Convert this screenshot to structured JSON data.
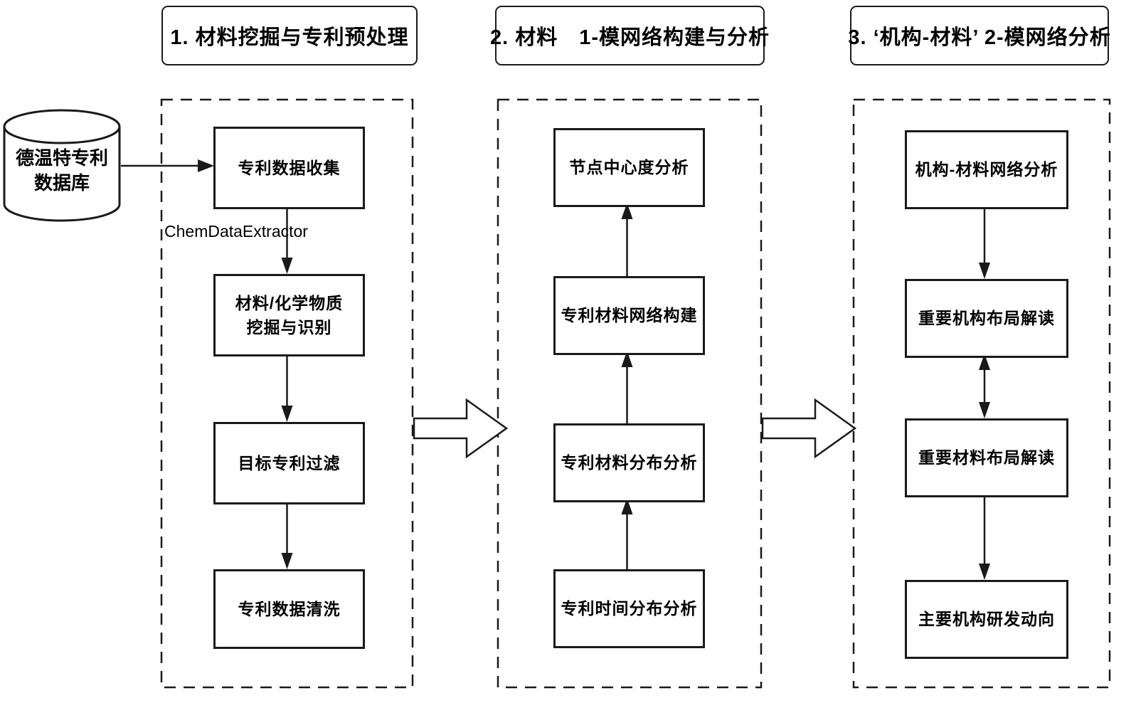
{
  "canvas": {
    "background": "#ffffff",
    "line_color": "#1a1a1a"
  },
  "header": {
    "section1_title": "1. 材料挖掘与专利预处理",
    "section2_title": "2. 材料　1-模网络构建与分析",
    "section3_title": "3. ‘机构-材料’ 2-模网络分析"
  },
  "database": {
    "label_line1": "德温特专利",
    "label_line2": "数据库"
  },
  "labels": {
    "extractor_tool": "ChemDataExtractor"
  },
  "section1": {
    "step1": "专利数据收集",
    "step2_line1": "材料/化学物质",
    "step2_line2": "挖掘与识别",
    "step3": "目标专利过滤",
    "step4": "专利数据清洗"
  },
  "section2": {
    "step1": "节点中心度分析",
    "step2": "专利材料网络构建",
    "step3": "专利材料分布分析",
    "step4": "专利时间分布分析"
  },
  "section3": {
    "step1": "机构-材料网络分析",
    "step2": "重要机构布局解读",
    "step3": "重要材料布局解读",
    "step4": "主要机构研发动向"
  }
}
